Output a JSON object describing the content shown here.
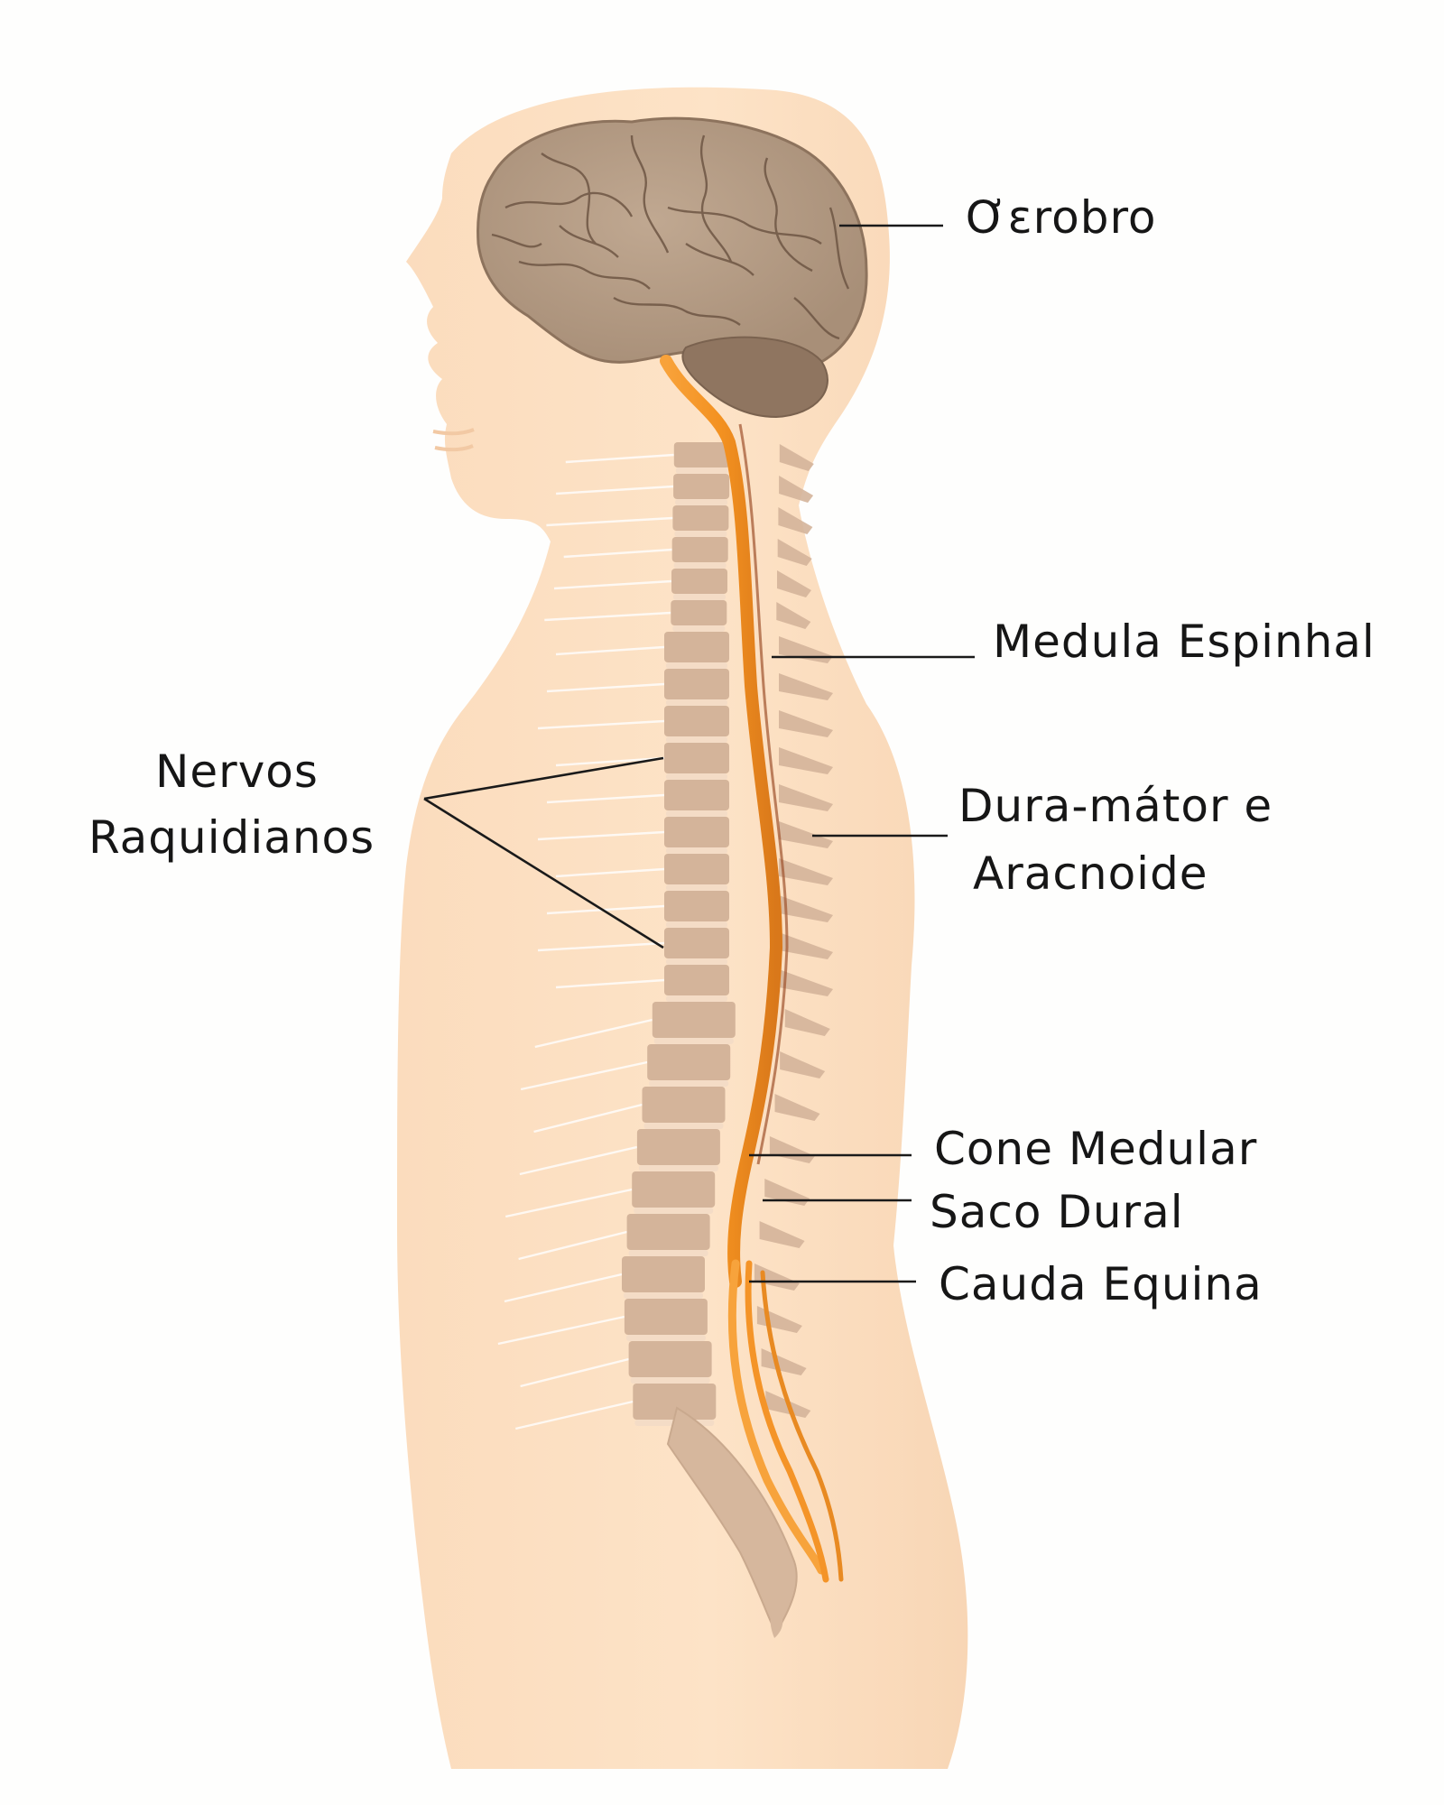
{
  "labels": {
    "cerebro": "Ơɛrobro",
    "medula": "Medula Espinhal",
    "dura_line1": "Dura-mátor e",
    "dura_line2": "Aracnoide",
    "nervos_line1": "Nervos",
    "nervos_line2": "Raquidianos",
    "cone": "Cone Medular",
    "saco": "Saco Dural",
    "cauda": "Cauda Equina"
  },
  "colors": {
    "background": "#fefefd",
    "skin": "#fde2c4",
    "brain": "#b39b84",
    "cerebellum": "#8f7560",
    "vertebra": "#d4b49a",
    "disc": "#f4dcc6",
    "spinal_cord": "#f58f1e",
    "leader": "#1a1a1a"
  }
}
